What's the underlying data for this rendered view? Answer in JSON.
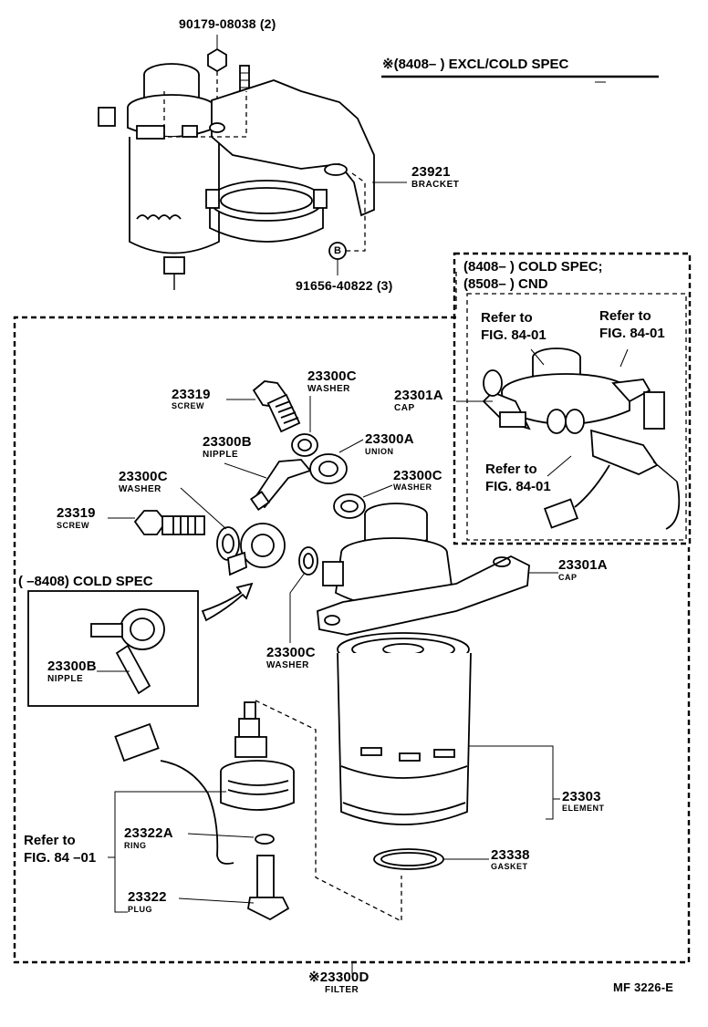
{
  "notes": {
    "excl_cold_spec": "※(8408–        ) EXCL/COLD SPEC",
    "cold_spec_line1": "(8408–          ) COLD SPEC;",
    "cold_spec_line2": "(8508–          ) CND",
    "cold_spec_inset": "(        –8408) COLD SPEC"
  },
  "parts": {
    "nut": {
      "number": "90179-08038 (2)"
    },
    "bracket": {
      "number": "23921",
      "name": "BRACKET"
    },
    "bolt": {
      "number": "91656-40822 (3)",
      "marker": "B"
    },
    "screw_top": {
      "number": "23319",
      "name": "SCREW"
    },
    "washer_top": {
      "number": "23300C",
      "name": "WASHER"
    },
    "nipple_main": {
      "number": "23300B",
      "name": "NIPPLE"
    },
    "union": {
      "number": "23300A",
      "name": "UNION"
    },
    "washer_left": {
      "number": "23300C",
      "name": "WASHER"
    },
    "washer_right": {
      "number": "23300C",
      "name": "WASHER"
    },
    "screw_left": {
      "number": "23319",
      "name": "SCREW"
    },
    "cap_ref": {
      "number": "23301A",
      "name": "CAP"
    },
    "cap": {
      "number": "23301A",
      "name": "CAP"
    },
    "washer_bottom": {
      "number": "23300C",
      "name": "WASHER"
    },
    "nipple_inset": {
      "number": "23300B",
      "name": "NIPPLE"
    },
    "element": {
      "number": "23303",
      "name": "ELEMENT"
    },
    "ring": {
      "number": "23322A",
      "name": "RING"
    },
    "gasket": {
      "number": "23338",
      "name": "GASKET"
    },
    "plug": {
      "number": "23322",
      "name": "PLUG"
    },
    "filter": {
      "number": "※23300D",
      "name": "FILTER"
    }
  },
  "refs": {
    "ref1": {
      "line1": "Refer to",
      "line2": "FIG. 84-01"
    },
    "ref2": {
      "line1": "Refer to",
      "line2": "FIG. 84-01"
    },
    "ref3": {
      "line1": "Refer to",
      "line2": "FIG. 84-01"
    },
    "ref4": {
      "line1": "Refer to",
      "line2": "FIG. 84 –01"
    }
  },
  "footer": {
    "code": "MF  3226-E"
  }
}
